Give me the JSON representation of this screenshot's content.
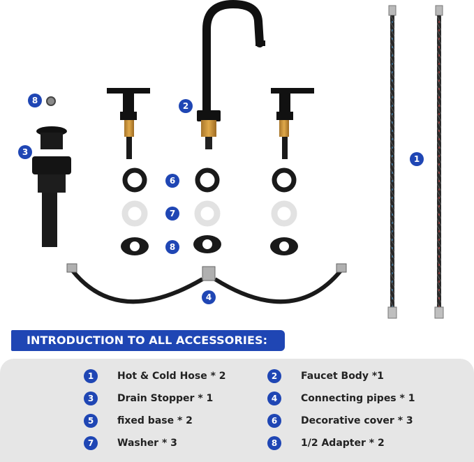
{
  "callouts": [
    "1",
    "2",
    "3",
    "4",
    "6",
    "7",
    "8",
    "8"
  ],
  "accent_color": "#1f46b4",
  "title": "INTRODUCTION TO ALL ACCESSORIES:",
  "accessories": [
    {
      "num": "1",
      "label": "Hot & Cold Hose * 2"
    },
    {
      "num": "2",
      "label": "Faucet Body *1"
    },
    {
      "num": "3",
      "label": "Drain Stopper * 1"
    },
    {
      "num": "4",
      "label": "Connecting pipes * 1"
    },
    {
      "num": "5",
      "label": "fixed base * 2"
    },
    {
      "num": "6",
      "label": "Decorative cover * 3"
    },
    {
      "num": "7",
      "label": "Washer * 3"
    },
    {
      "num": "8",
      "label": "1/2 Adapter * 2"
    }
  ]
}
